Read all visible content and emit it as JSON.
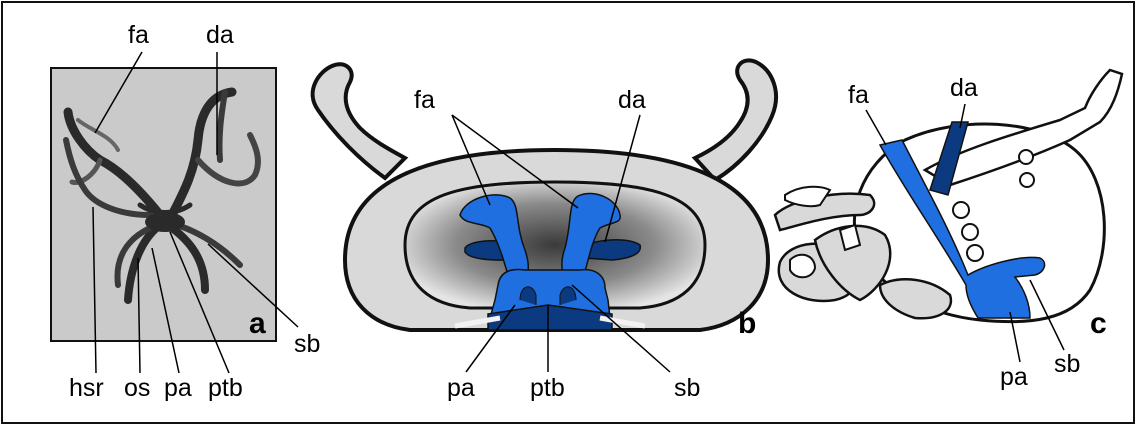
{
  "colors": {
    "bright_blue": "#1f6fe0",
    "dark_blue": "#0c3a80",
    "light_gray": "#d9d9d9",
    "photo_bg": "#c9c9c9",
    "outline": "#111111"
  },
  "panel_a": {
    "letter": "a",
    "labels": {
      "fa": "fa",
      "da": "da",
      "hsr": "hsr",
      "os": "os",
      "pa": "pa",
      "ptb": "ptb",
      "sb": "sb"
    }
  },
  "panel_b": {
    "letter": "b",
    "labels": {
      "fa": "fa",
      "da": "da",
      "pa": "pa",
      "ptb": "ptb",
      "sb": "sb"
    }
  },
  "panel_c": {
    "letter": "c",
    "labels": {
      "fa": "fa",
      "da": "da",
      "pa": "pa",
      "sb": "sb"
    }
  }
}
